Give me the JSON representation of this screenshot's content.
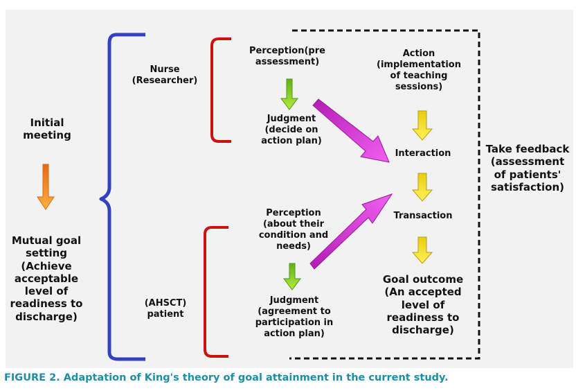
{
  "diagram": {
    "left": {
      "initial_meeting": "Initial\nmeeting",
      "mutual_goal": "Mutual goal\nsetting\n(Achieve\nacceptable\nlevel of\nreadiness to\ndischarge)"
    },
    "roles": {
      "nurse": "Nurse\n(Researcher)",
      "patient": "(AHSCT)\npatient"
    },
    "nurse_steps": {
      "perception": "Perception(pre\nassessment)",
      "judgment": "Judgment\n(decide on\naction plan)"
    },
    "patient_steps": {
      "perception": "Perception\n(about their\ncondition and\nneeds)",
      "judgment": "Judgment\n(agreement to\nparticipation in\naction plan)"
    },
    "center": {
      "action": "Action\n(implementation\nof teaching\nsessions)",
      "interaction": "Interaction",
      "transaction": "Transaction",
      "goal_outcome": "Goal outcome\n(An accepted\nlevel of\nreadiness to\ndischarge)"
    },
    "feedback": "Take feedback\n(assessment\nof patients'\nsatisfaction)"
  },
  "caption": "FIGURE 2. Adaptation of King's theory of goal attainment in the current study.",
  "colors": {
    "panel_bg": "#f2f2f2",
    "blue_brace": "#3340c0",
    "red_bracket": "#cc1111",
    "magenta_arrow": "#dd33dd",
    "yellow_arrow": "#f2dc10",
    "green_arrow": "#7acc1c",
    "orange_arrow": "#f5921e",
    "caption": "#1b8fa7"
  }
}
